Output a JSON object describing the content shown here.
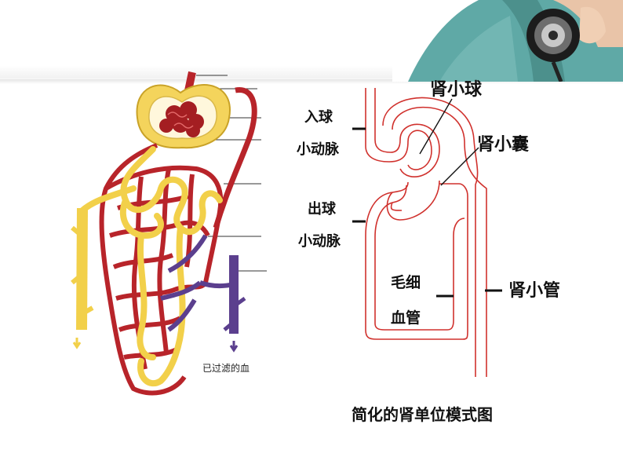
{
  "schematic": {
    "glomerulus": "肾小球",
    "capsule": "肾小囊",
    "afferent_line1": "入球",
    "afferent_line2": "小动脉",
    "efferent_line1": "出球",
    "efferent_line2": "小动脉",
    "capillary_line1": "毛细",
    "capillary_line2": "血管",
    "tubule": "肾小管",
    "caption": "简化的肾单位模式图"
  },
  "illustration": {
    "filtered_blood_label": "已过滤的血"
  },
  "colors": {
    "artery_red": "#b8242a",
    "tubule_yellow": "#f2d04a",
    "vein_purple": "#5b3f8e",
    "schematic_red": "#d0312d"
  }
}
